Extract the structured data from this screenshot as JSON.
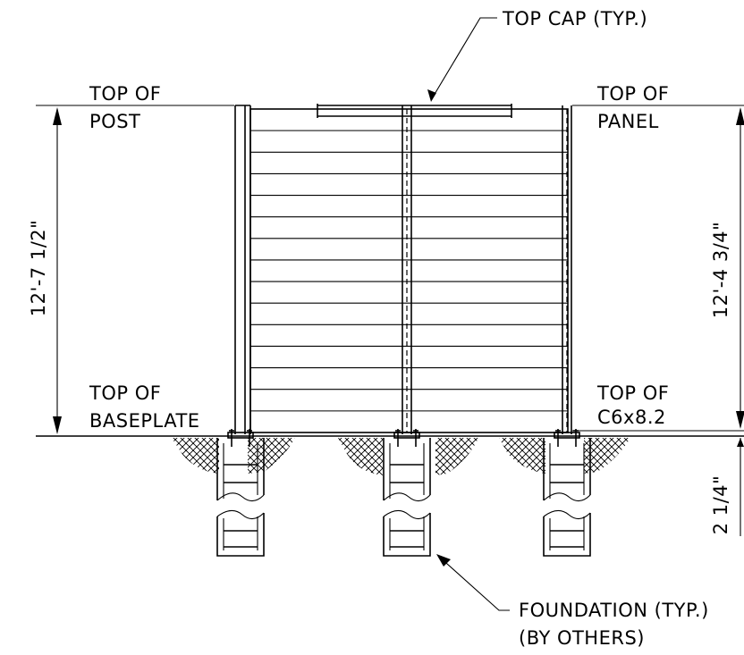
{
  "labels": {
    "top_cap": "TOP CAP (TYP.)",
    "top_of_post_1": "TOP OF",
    "top_of_post_2": "POST",
    "top_of_panel_1": "TOP OF",
    "top_of_panel_2": "PANEL",
    "top_of_baseplate_1": "TOP OF",
    "top_of_baseplate_2": "BASEPLATE",
    "top_of_channel_1": "TOP OF",
    "top_of_channel_2": "C6x8.2",
    "foundation_1": "FOUNDATION (TYP.)",
    "foundation_2": "(BY OTHERS)"
  },
  "dimensions": {
    "post_height": "12'-7 1/2\"",
    "panel_height": "12'-4 3/4\"",
    "channel_offset": "2 1/4\""
  },
  "panel": {
    "horizontal_board_count": 15
  }
}
